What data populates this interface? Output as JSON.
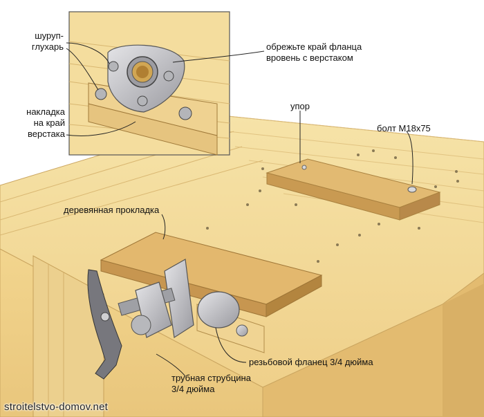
{
  "labels": {
    "screw": [
      "шуруп-",
      "глухарь"
    ],
    "trim_flange": [
      "обрежьте край фланца",
      "вровень с верстаком"
    ],
    "edge_pad": [
      "накладка",
      "на край",
      "верстака"
    ],
    "stop": "упор",
    "bolt": "болт М18х75",
    "wood_pad": "деревянная прокладка",
    "threaded_flange": "резьбовой фланец 3/4 дюйма",
    "pipe_clamp": [
      "трубная струбцина",
      "3/4 дюйма"
    ]
  },
  "watermark": "stroitelstvo-domov.net",
  "colors": {
    "wood_light": "#f3dc9c",
    "wood_mid": "#e7c27a",
    "wood_dark": "#c99a52",
    "metal": "#c9c9cc",
    "metal_dark": "#7d7d82",
    "leader_line": "#222222"
  }
}
